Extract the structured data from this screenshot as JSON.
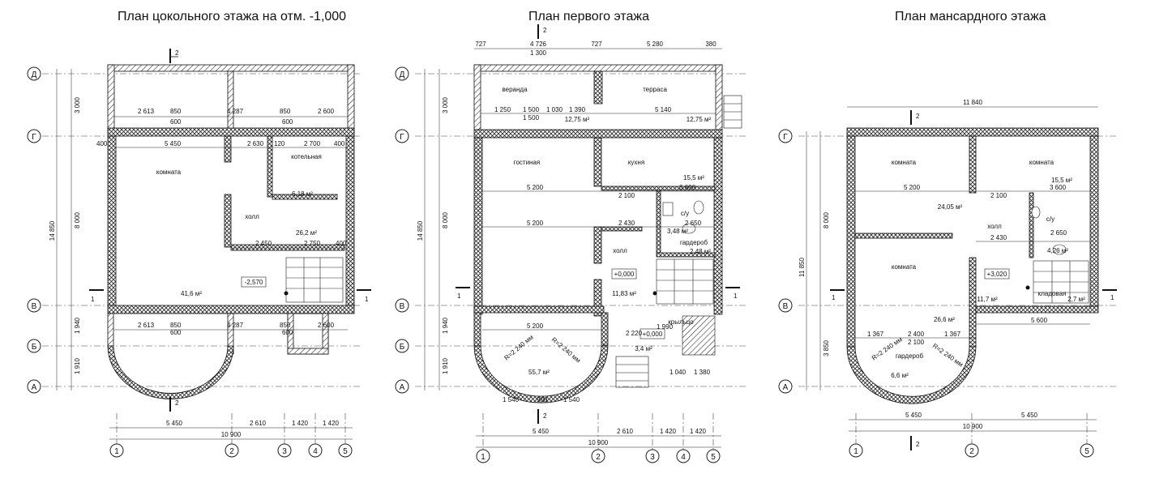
{
  "titles": {
    "basement": "План цокольного этажа на отм. -1,000",
    "first": "План первого этажа",
    "attic": "План мансардного этажа"
  },
  "axes_rows": [
    "Д",
    "Г",
    "В",
    "Б",
    "А"
  ],
  "axes_cols": [
    "1",
    "2",
    "3",
    "4",
    "5"
  ],
  "axes_cols_attic": [
    "1",
    "2",
    "5"
  ],
  "section_mark": "2",
  "section_mark_side": "1",
  "basement": {
    "rooms": {
      "komnata": "комната",
      "holl": "холл",
      "kotelnaya": "котельная"
    },
    "areas": {
      "a1": "41,6 м²",
      "a2": "26,2 м²",
      "a3": "6,18 м²"
    },
    "level": "-2,570",
    "dims_bottom": [
      "5 450",
      "2 610",
      "1 420",
      "1 420"
    ],
    "dim_total": "10 900",
    "dims_left": [
      "3 000",
      "8 000",
      "1 940",
      "1 910"
    ],
    "dim_left_total": "14 850",
    "dims_inner": [
      "2 613",
      "850",
      "600",
      "4 287",
      "850",
      "600",
      "2 600",
      "5 450",
      "2 630",
      "2 700",
      "400",
      "400",
      "2 450",
      "2 750",
      "400",
      "120"
    ]
  },
  "first": {
    "rooms": {
      "veranda": "веранда",
      "terrasa": "терраса",
      "gostinaya": "гостиная",
      "kuhnya": "кухня",
      "holl": "холл",
      "su": "с/у",
      "garderob": "гардероб",
      "kryltso": "крыльцо"
    },
    "areas": {
      "a1": "12,75 м²",
      "a2": "12,75 м²",
      "a3": "15,5 м²",
      "a4": "11,83 м²",
      "a5": "2,48 м²",
      "a6": "3,48 м²",
      "a7": "55,7 м²",
      "a8": "3,4 м²"
    },
    "levels": {
      "l1": "+0,000",
      "l2": "+0,000"
    },
    "dims_top": [
      "727",
      "4 726",
      "727",
      "5 280",
      "380"
    ],
    "dim_top2": "1 300",
    "dims_bottom": [
      "5 450",
      "2 610",
      "1 420",
      "1 420"
    ],
    "dim_total": "10 900",
    "dims_left": [
      "3 000",
      "8 000",
      "1 940",
      "1 910"
    ],
    "dim_left_total": "14 850",
    "dims_inner": [
      "1 250",
      "1 500",
      "1 030",
      "1 390",
      "5 140",
      "5 200",
      "3 600",
      "5 200",
      "2 430",
      "2 650",
      "5 200",
      "2 100",
      "1 500",
      "900",
      "1 540",
      "1 540",
      "1 040",
      "1 380",
      "2 220",
      "1 990",
      "R=2 240 мм",
      "R=2 240 мм"
    ]
  },
  "attic": {
    "rooms": {
      "komnata1": "комната",
      "komnata2": "комната",
      "komnata3": "комната",
      "holl": "холл",
      "su": "с/у",
      "garderob": "гардероб",
      "kladovaya": "кладовая"
    },
    "areas": {
      "a1": "15,5 м²",
      "a2": "24,05 м²",
      "a3": "26,6 м²",
      "a4": "11,7 м²",
      "a5": "4,26 м²",
      "a6": "2,7 м²",
      "a7": "6,6 м²"
    },
    "level": "+3,020",
    "dim_top": "11 840",
    "dims_bottom": [
      "5 450",
      "5 450"
    ],
    "dim_total": "10 900",
    "dims_left": [
      "8 000",
      "3 850"
    ],
    "dim_left_total": "11 850",
    "dims_inner": [
      "5 200",
      "3 600",
      "2 100",
      "2 430",
      "2 650",
      "5 600",
      "1 367",
      "2 400",
      "1 367",
      "2 100",
      "R=2 240 мм",
      "R=2 240 мм"
    ]
  }
}
